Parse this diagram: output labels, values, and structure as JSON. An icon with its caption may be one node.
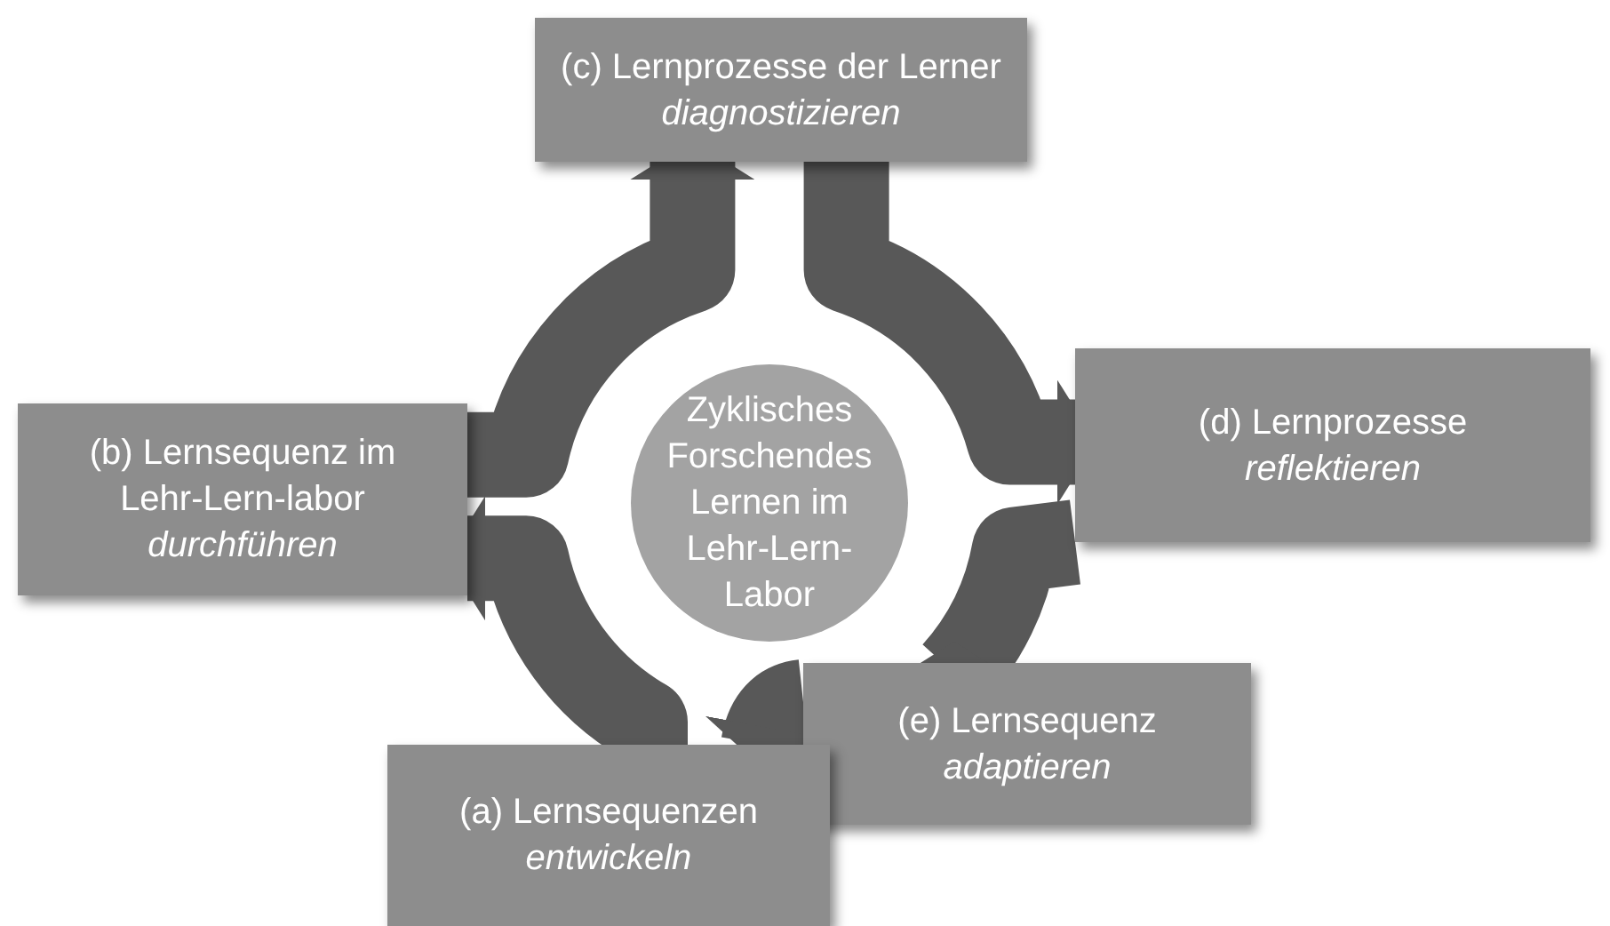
{
  "diagram": {
    "nodes": [
      {
        "text": [
          "Zyklisches Forschendes Lernen im Lehr-Lern-Labor"
        ]
      },
      {
        "text": [
          "(c) Lernprozesse der Lerner *diagnostizieren*"
        ]
      },
      {
        "text": [
          "(b) Lernsequenz im Lehr-Lern-labor *durchführen*"
        ]
      },
      {
        "text": [
          "(d) Lernprozesse *reflektieren*"
        ]
      },
      {
        "text": [
          "(e) Lernsequenz *adaptieren*"
        ]
      },
      {
        "text": [
          "(a) Lernsequenzen *entwickeln*"
        ]
      }
    ],
    "edges": [
      {
        "from": 5,
        "to": 2,
        "arrow": "to"
      },
      {
        "from": 2,
        "to": 1,
        "arrow": "to"
      },
      {
        "from": 1,
        "to": 3,
        "arrow": "to"
      },
      {
        "from": 3,
        "to": 4,
        "arrow": "to"
      },
      {
        "from": 4,
        "to": 5,
        "arrow": "to"
      }
    ]
  }
}
